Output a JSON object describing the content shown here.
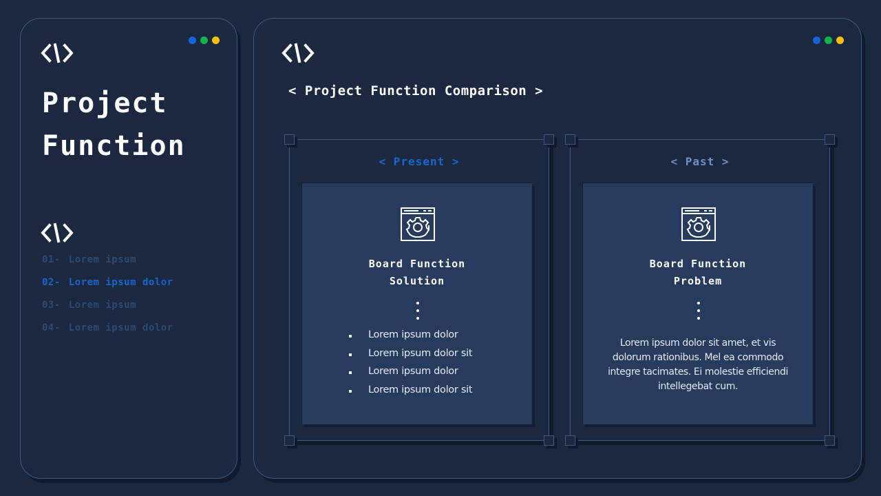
{
  "colors": {
    "background": "#1b283f",
    "card": "#273b5e",
    "border": "#3a5a8a",
    "accent_blue": "#1a66d0",
    "muted_blue": "#6e8fc4",
    "menu_inactive": "#2f4a75",
    "dot_blue": "#1565d8",
    "dot_green": "#11b54a",
    "dot_yellow": "#fbbf0e"
  },
  "left_panel": {
    "icon": "code-icon",
    "title_line1": "Project",
    "title_line2": "Function",
    "menu_icon": "code-icon",
    "menu": [
      {
        "num": "01-",
        "label": "Lorem ipsum",
        "active": false
      },
      {
        "num": "02-",
        "label": "Lorem ipsum dolor",
        "active": true
      },
      {
        "num": "03-",
        "label": "Lorem ipsum",
        "active": false
      },
      {
        "num": "04-",
        "label": "Lorem ipsum dolor",
        "active": false
      }
    ]
  },
  "right_panel": {
    "icon": "code-icon",
    "heading": "< Project Function Comparison >",
    "present": {
      "label": "< Present >",
      "icon": "browser-gear-icon",
      "title_line1": "Board Function",
      "title_line2": "Solution",
      "bullets": [
        "Lorem ipsum dolor",
        "Lorem ipsum dolor sit",
        "Lorem ipsum dolor",
        "Lorem ipsum dolor sit"
      ]
    },
    "past": {
      "label": "< Past >",
      "icon": "browser-gear-icon",
      "title_line1": "Board Function",
      "title_line2": "Problem",
      "paragraph": "Lorem ipsum dolor sit amet, et vis dolorum rationibus. Mel ea commodo integre tacimates. Ei molestie efficiendi intellegebat cum."
    }
  }
}
